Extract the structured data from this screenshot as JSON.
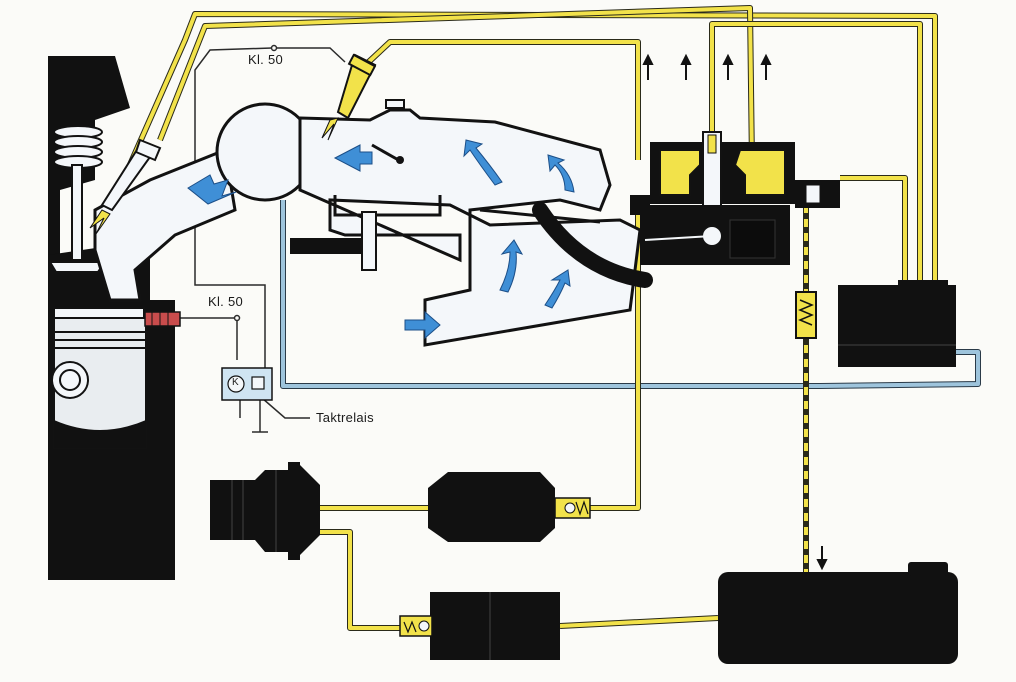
{
  "labels": {
    "kl50_top": "Kl. 50",
    "kl50_mid": "Kl. 50",
    "taktrelais": "Taktrelais",
    "relay_k": "K"
  },
  "colors": {
    "fuel": "#f2e24a",
    "return_line": "#9ec4dc",
    "component": "#111111",
    "airflow": "#3f8fd6",
    "housing": "#f4f7fa",
    "outline": "#121212",
    "wire": "#2b2b2b"
  }
}
